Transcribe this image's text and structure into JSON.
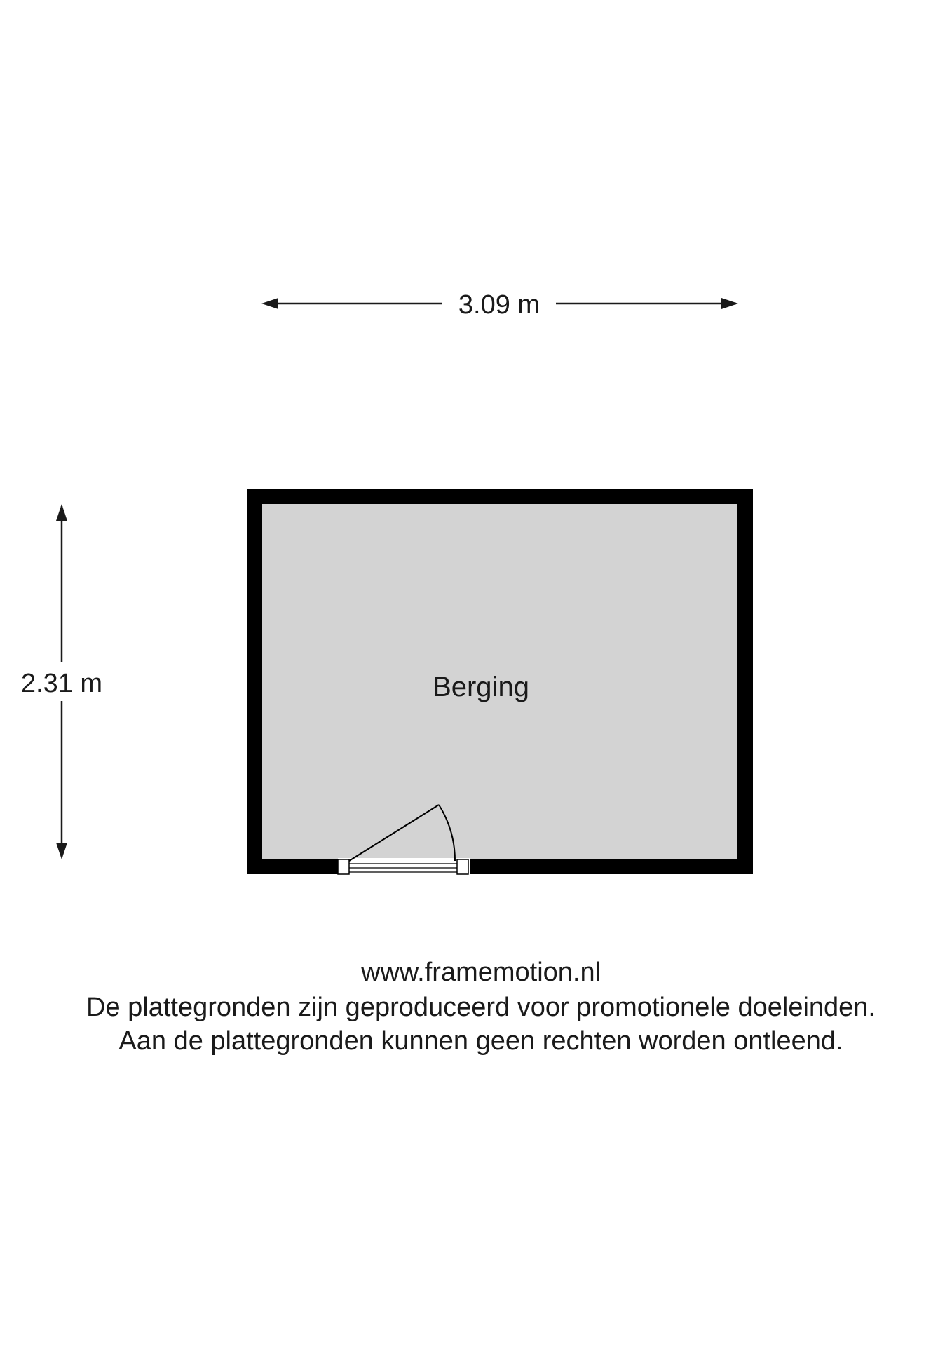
{
  "plan": {
    "width_dimension": "3.09 m",
    "height_dimension": "2.31 m",
    "room_name": "Berging"
  },
  "colors": {
    "wall": "#000000",
    "floor": "#d3d3d3",
    "background": "#ffffff",
    "text": "#1a1a1a"
  },
  "footer": {
    "website": "www.framemotion.nl",
    "disclaimer_line1": "De plattegronden zijn geproduceerd voor promotionele doeleinden.",
    "disclaimer_line2": "Aan de plattegronden kunnen geen rechten worden ontleend."
  }
}
